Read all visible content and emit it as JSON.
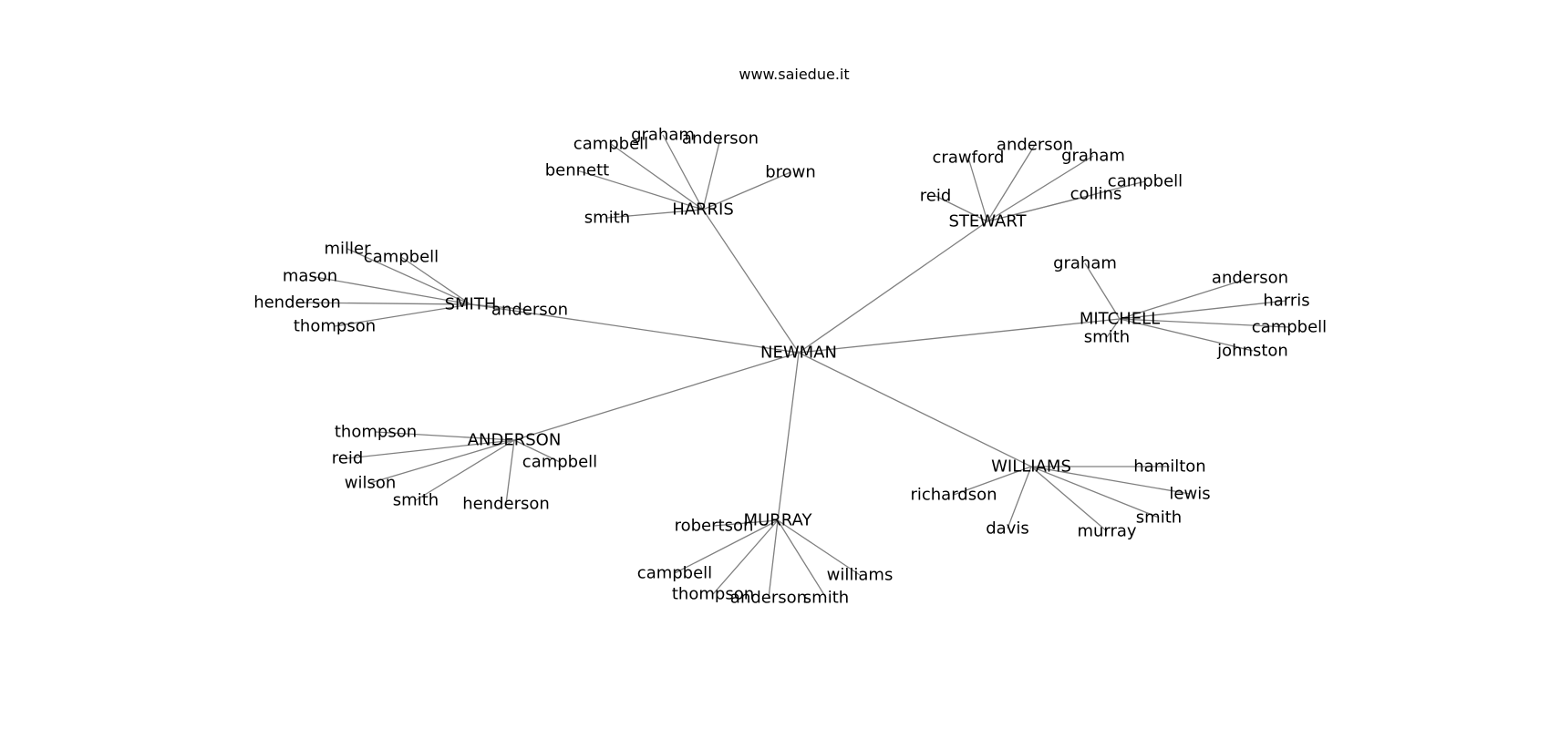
{
  "site": "www.saiedue.it",
  "colors": {
    "edge": "#808080",
    "text": "#000000",
    "background": "#ffffff"
  },
  "graph": {
    "root": "NEWMAN",
    "groups": [
      {
        "name": "HARRIS",
        "children": [
          "campbell",
          "graham",
          "anderson",
          "bennett",
          "brown",
          "smith"
        ]
      },
      {
        "name": "STEWART",
        "children": [
          "crawford",
          "anderson",
          "graham",
          "reid",
          "campbell",
          "collins"
        ]
      },
      {
        "name": "SMITH",
        "children": [
          "miller",
          "campbell",
          "mason",
          "henderson",
          "thompson",
          "anderson"
        ]
      },
      {
        "name": "MITCHELL",
        "children": [
          "graham",
          "anderson",
          "harris",
          "campbell",
          "smith",
          "johnston"
        ]
      },
      {
        "name": "ANDERSON",
        "children": [
          "thompson",
          "reid",
          "wilson",
          "smith",
          "henderson",
          "campbell"
        ]
      },
      {
        "name": "WILLIAMS",
        "children": [
          "hamilton",
          "richardson",
          "lewis",
          "smith",
          "davis",
          "murray"
        ]
      },
      {
        "name": "MURRAY",
        "children": [
          "robertson",
          "campbell",
          "thompson",
          "anderson",
          "smith",
          "williams"
        ]
      }
    ]
  }
}
